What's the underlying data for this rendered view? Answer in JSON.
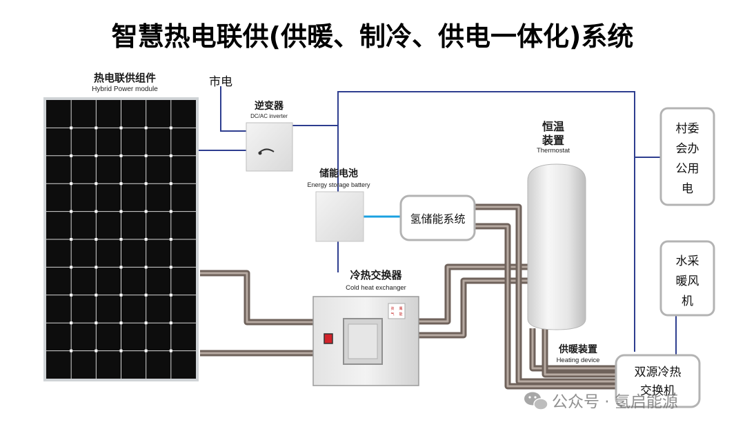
{
  "title": "智慧热电联供(供暖、制冷、供电一体化)系统",
  "components": {
    "pv": {
      "label_cn": "热电联供组件",
      "label_en": "Hybrid Power module"
    },
    "grid": {
      "label_cn": "市电"
    },
    "inverter": {
      "label_cn": "逆变器",
      "label_en": "DC/AC inverter"
    },
    "battery": {
      "label_cn": "储能电池",
      "label_en": "Energy storage battery"
    },
    "hydrogen": {
      "label_cn": "氢储能系统"
    },
    "exchanger": {
      "label_cn": "冷热交换器",
      "label_en": "Cold heat exchanger",
      "badge_lines": [
        "资",
        "鹰",
        "气",
        "能"
      ]
    },
    "thermostat": {
      "label_cn_line1": "恒温",
      "label_cn_line2": "装置",
      "label_en": "Thermostat"
    },
    "heating": {
      "label_cn": "供暖装置",
      "label_en": "Heating device"
    },
    "village": {
      "lines": [
        "村委",
        "会办",
        "公用",
        "电"
      ]
    },
    "fan": {
      "lines": [
        "水采",
        "暖风",
        "机"
      ]
    },
    "dual": {
      "lines": [
        "双源冷热",
        "交换机"
      ]
    }
  },
  "watermark": {
    "text": "公众号 · 氢启能源"
  },
  "colors": {
    "wire": "#2d3d8f",
    "hydrogen_link": "#1aa0e0",
    "pipe": "#6f625b",
    "panel": "#0d0d0d",
    "title": "#111111"
  }
}
